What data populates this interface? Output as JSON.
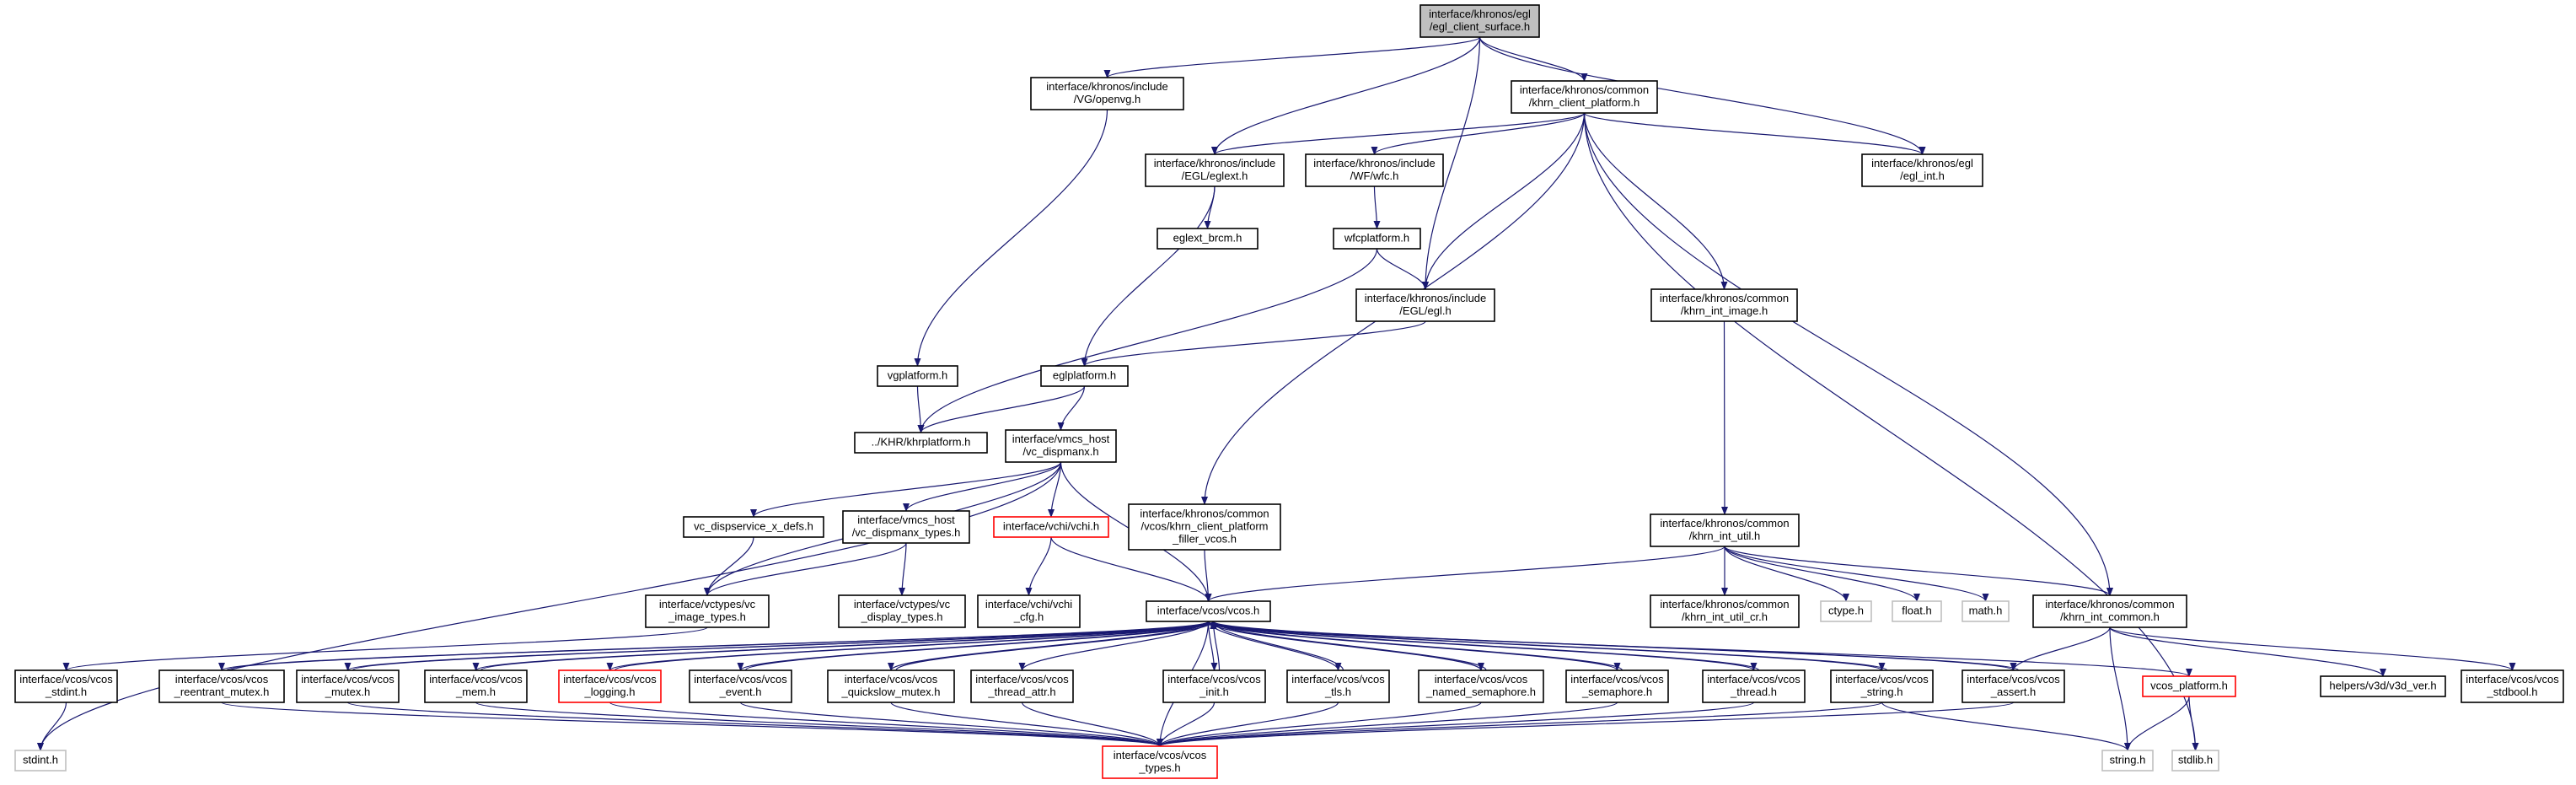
{
  "colors": {
    "edge": "#191970",
    "border_normal": "#000000",
    "border_truncated": "#ff0000",
    "border_external": "#bfbfbf",
    "fill_root": "#bfbfbf",
    "fill_normal": "#ffffff",
    "text": "#000000"
  },
  "nodes": {
    "egl_client_surface": {
      "lines": [
        "interface/khronos/egl",
        "/egl_client_surface.h"
      ],
      "style": "root"
    },
    "openvg": {
      "lines": [
        "interface/khronos/include",
        "/VG/openvg.h"
      ],
      "style": "normal"
    },
    "khrn_client_platform": {
      "lines": [
        "interface/khronos/common",
        "/khrn_client_platform.h"
      ],
      "style": "normal"
    },
    "eglext": {
      "lines": [
        "interface/khronos/include",
        "/EGL/eglext.h"
      ],
      "style": "normal"
    },
    "wfc": {
      "lines": [
        "interface/khronos/include",
        "/WF/wfc.h"
      ],
      "style": "normal"
    },
    "egl_int": {
      "lines": [
        "interface/khronos/egl",
        "/egl_int.h"
      ],
      "style": "normal"
    },
    "eglext_brcm": {
      "lines": [
        "eglext_brcm.h"
      ],
      "style": "normal"
    },
    "wfcplatform": {
      "lines": [
        "wfcplatform.h"
      ],
      "style": "normal"
    },
    "egl_h": {
      "lines": [
        "interface/khronos/include",
        "/EGL/egl.h"
      ],
      "style": "normal"
    },
    "khrn_int_image": {
      "lines": [
        "interface/khronos/common",
        "/khrn_int_image.h"
      ],
      "style": "normal"
    },
    "vgplatform": {
      "lines": [
        "vgplatform.h"
      ],
      "style": "normal"
    },
    "eglplatform": {
      "lines": [
        "eglplatform.h"
      ],
      "style": "normal"
    },
    "khrplatform": {
      "lines": [
        "../KHR/khrplatform.h"
      ],
      "style": "normal"
    },
    "vc_dispmanx": {
      "lines": [
        "interface/vmcs_host",
        "/vc_dispmanx.h"
      ],
      "style": "normal"
    },
    "vc_dispservice": {
      "lines": [
        "vc_dispservice_x_defs.h"
      ],
      "style": "normal"
    },
    "vc_dispmanx_types": {
      "lines": [
        "interface/vmcs_host",
        "/vc_dispmanx_types.h"
      ],
      "style": "normal"
    },
    "vchi": {
      "lines": [
        "interface/vchi/vchi.h"
      ],
      "style": "truncated"
    },
    "filler_vcos": {
      "lines": [
        "interface/khronos/common",
        "/vcos/khrn_client_platform",
        "_filler_vcos.h"
      ],
      "style": "normal"
    },
    "khrn_int_util": {
      "lines": [
        "interface/khronos/common",
        "/khrn_int_util.h"
      ],
      "style": "normal"
    },
    "image_types": {
      "lines": [
        "interface/vctypes/vc",
        "_image_types.h"
      ],
      "style": "normal"
    },
    "display_types": {
      "lines": [
        "interface/vctypes/vc",
        "_display_types.h"
      ],
      "style": "normal"
    },
    "vchi_cfg": {
      "lines": [
        "interface/vchi/vchi",
        "_cfg.h"
      ],
      "style": "normal"
    },
    "vcos_h": {
      "lines": [
        "interface/vcos/vcos.h"
      ],
      "style": "normal"
    },
    "khrn_int_util_cr": {
      "lines": [
        "interface/khronos/common",
        "/khrn_int_util_cr.h"
      ],
      "style": "normal"
    },
    "ctype": {
      "lines": [
        "ctype.h"
      ],
      "style": "external"
    },
    "float": {
      "lines": [
        "float.h"
      ],
      "style": "external"
    },
    "math": {
      "lines": [
        "math.h"
      ],
      "style": "external"
    },
    "khrn_int_common": {
      "lines": [
        "interface/khronos/common",
        "/khrn_int_common.h"
      ],
      "style": "normal"
    },
    "vcos_stdint": {
      "lines": [
        "interface/vcos/vcos",
        "_stdint.h"
      ],
      "style": "normal"
    },
    "reentrant_mutex": {
      "lines": [
        "interface/vcos/vcos",
        "_reentrant_mutex.h"
      ],
      "style": "normal"
    },
    "vcos_mutex": {
      "lines": [
        "interface/vcos/vcos",
        "_mutex.h"
      ],
      "style": "normal"
    },
    "vcos_mem": {
      "lines": [
        "interface/vcos/vcos",
        "_mem.h"
      ],
      "style": "normal"
    },
    "vcos_logging": {
      "lines": [
        "interface/vcos/vcos",
        "_logging.h"
      ],
      "style": "truncated"
    },
    "vcos_event": {
      "lines": [
        "interface/vcos/vcos",
        "_event.h"
      ],
      "style": "normal"
    },
    "quickslow_mutex": {
      "lines": [
        "interface/vcos/vcos",
        "_quickslow_mutex.h"
      ],
      "style": "normal"
    },
    "thread_attr": {
      "lines": [
        "interface/vcos/vcos",
        "_thread_attr.h"
      ],
      "style": "normal"
    },
    "vcos_init": {
      "lines": [
        "interface/vcos/vcos",
        "_init.h"
      ],
      "style": "normal"
    },
    "vcos_tls": {
      "lines": [
        "interface/vcos/vcos",
        "_tls.h"
      ],
      "style": "normal"
    },
    "named_semaphore": {
      "lines": [
        "interface/vcos/vcos",
        "_named_semaphore.h"
      ],
      "style": "normal"
    },
    "vcos_semaphore": {
      "lines": [
        "interface/vcos/vcos",
        "_semaphore.h"
      ],
      "style": "normal"
    },
    "vcos_thread": {
      "lines": [
        "interface/vcos/vcos",
        "_thread.h"
      ],
      "style": "normal"
    },
    "vcos_string": {
      "lines": [
        "interface/vcos/vcos",
        "_string.h"
      ],
      "style": "normal"
    },
    "vcos_assert": {
      "lines": [
        "interface/vcos/vcos",
        "_assert.h"
      ],
      "style": "normal"
    },
    "vcos_platform": {
      "lines": [
        "vcos_platform.h"
      ],
      "style": "truncated"
    },
    "v3d_ver": {
      "lines": [
        "helpers/v3d/v3d_ver.h"
      ],
      "style": "normal"
    },
    "vcos_stdbool": {
      "lines": [
        "interface/vcos/vcos",
        "_stdbool.h"
      ],
      "style": "normal"
    },
    "stdint": {
      "lines": [
        "stdint.h"
      ],
      "style": "external"
    },
    "vcos_types": {
      "lines": [
        "interface/vcos/vcos",
        "_types.h"
      ],
      "style": "truncated"
    },
    "string_h": {
      "lines": [
        "string.h"
      ],
      "style": "external"
    },
    "stdlib": {
      "lines": [
        "stdlib.h"
      ],
      "style": "external"
    }
  },
  "edges": [
    [
      "egl_client_surface",
      "openvg"
    ],
    [
      "egl_client_surface",
      "eglext"
    ],
    [
      "egl_client_surface",
      "egl_h"
    ],
    [
      "egl_client_surface",
      "khrn_client_platform"
    ],
    [
      "egl_client_surface",
      "egl_int"
    ],
    [
      "openvg",
      "vgplatform"
    ],
    [
      "vgplatform",
      "khrplatform"
    ],
    [
      "khrn_client_platform",
      "eglext"
    ],
    [
      "khrn_client_platform",
      "wfc"
    ],
    [
      "khrn_client_platform",
      "egl_int"
    ],
    [
      "khrn_client_platform",
      "egl_h"
    ],
    [
      "khrn_client_platform",
      "khrn_int_image"
    ],
    [
      "khrn_client_platform",
      "filler_vcos"
    ],
    [
      "khrn_client_platform",
      "khrn_int_common"
    ],
    [
      "khrn_client_platform",
      "stdlib"
    ],
    [
      "eglext",
      "eglext_brcm"
    ],
    [
      "eglext",
      "eglplatform"
    ],
    [
      "wfc",
      "wfcplatform"
    ],
    [
      "wfcplatform",
      "egl_h"
    ],
    [
      "wfcplatform",
      "khrplatform"
    ],
    [
      "egl_h",
      "eglplatform"
    ],
    [
      "eglplatform",
      "khrplatform"
    ],
    [
      "eglplatform",
      "vc_dispmanx"
    ],
    [
      "khrn_int_image",
      "khrn_int_util"
    ],
    [
      "vc_dispmanx",
      "stdint"
    ],
    [
      "vc_dispmanx",
      "image_types"
    ],
    [
      "vc_dispmanx",
      "vc_dispservice"
    ],
    [
      "vc_dispmanx",
      "vc_dispmanx_types"
    ],
    [
      "vc_dispmanx",
      "vchi"
    ],
    [
      "vc_dispmanx",
      "vcos_h"
    ],
    [
      "vc_dispservice",
      "image_types"
    ],
    [
      "vc_dispmanx_types",
      "image_types"
    ],
    [
      "vc_dispmanx_types",
      "display_types"
    ],
    [
      "vchi",
      "vchi_cfg"
    ],
    [
      "vchi",
      "vcos_h"
    ],
    [
      "filler_vcos",
      "vcos_h"
    ],
    [
      "khrn_int_util",
      "vcos_h"
    ],
    [
      "khrn_int_util",
      "khrn_int_util_cr"
    ],
    [
      "khrn_int_util",
      "ctype"
    ],
    [
      "khrn_int_util",
      "float"
    ],
    [
      "khrn_int_util",
      "math"
    ],
    [
      "khrn_int_util",
      "khrn_int_common"
    ],
    [
      "image_types",
      "vcos_stdint"
    ],
    [
      "vcos_h",
      "reentrant_mutex"
    ],
    [
      "vcos_h",
      "vcos_mutex"
    ],
    [
      "vcos_h",
      "vcos_mem"
    ],
    [
      "vcos_h",
      "vcos_logging"
    ],
    [
      "vcos_h",
      "vcos_event"
    ],
    [
      "vcos_h",
      "quickslow_mutex"
    ],
    [
      "vcos_h",
      "thread_attr"
    ],
    [
      "vcos_h",
      "vcos_init"
    ],
    [
      "vcos_h",
      "vcos_tls"
    ],
    [
      "vcos_h",
      "named_semaphore"
    ],
    [
      "vcos_h",
      "vcos_semaphore"
    ],
    [
      "vcos_h",
      "vcos_thread"
    ],
    [
      "vcos_h",
      "vcos_string"
    ],
    [
      "vcos_h",
      "vcos_assert"
    ],
    [
      "vcos_h",
      "vcos_platform"
    ],
    [
      "vcos_h",
      "vcos_types"
    ],
    [
      "reentrant_mutex",
      "vcos_h"
    ],
    [
      "vcos_mutex",
      "vcos_h"
    ],
    [
      "vcos_mem",
      "vcos_h"
    ],
    [
      "vcos_logging",
      "vcos_h"
    ],
    [
      "vcos_event",
      "vcos_h"
    ],
    [
      "quickslow_mutex",
      "vcos_h"
    ],
    [
      "vcos_init",
      "vcos_h"
    ],
    [
      "vcos_tls",
      "vcos_h"
    ],
    [
      "named_semaphore",
      "vcos_h"
    ],
    [
      "vcos_semaphore",
      "vcos_h"
    ],
    [
      "vcos_thread",
      "vcos_h"
    ],
    [
      "vcos_string",
      "vcos_h"
    ],
    [
      "vcos_assert",
      "vcos_h"
    ],
    [
      "vcos_stdint",
      "stdint"
    ],
    [
      "reentrant_mutex",
      "vcos_types"
    ],
    [
      "vcos_mutex",
      "vcos_types"
    ],
    [
      "vcos_mem",
      "vcos_types"
    ],
    [
      "vcos_logging",
      "vcos_types"
    ],
    [
      "vcos_event",
      "vcos_types"
    ],
    [
      "quickslow_mutex",
      "vcos_types"
    ],
    [
      "thread_attr",
      "vcos_types"
    ],
    [
      "vcos_init",
      "vcos_types"
    ],
    [
      "vcos_tls",
      "vcos_types"
    ],
    [
      "named_semaphore",
      "vcos_types"
    ],
    [
      "vcos_semaphore",
      "vcos_types"
    ],
    [
      "vcos_thread",
      "vcos_types"
    ],
    [
      "vcos_string",
      "vcos_types"
    ],
    [
      "vcos_assert",
      "vcos_types"
    ],
    [
      "vcos_string",
      "string_h"
    ],
    [
      "khrn_int_common",
      "vcos_assert"
    ],
    [
      "khrn_int_common",
      "string_h"
    ],
    [
      "khrn_int_common",
      "v3d_ver"
    ],
    [
      "khrn_int_common",
      "vcos_stdbool"
    ],
    [
      "vcos_platform",
      "string_h"
    ],
    [
      "vcos_platform",
      "stdlib"
    ]
  ]
}
